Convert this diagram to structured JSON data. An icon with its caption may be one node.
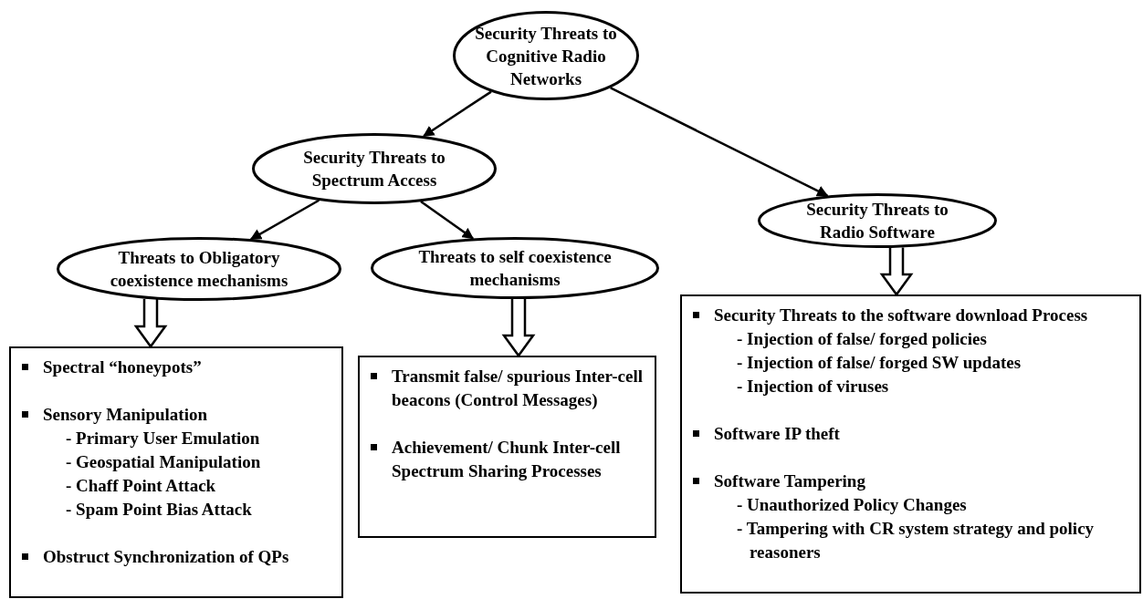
{
  "diagram": {
    "nodes": [
      {
        "text": [
          "Security Threats to Cognitive Radio Networks"
        ]
      },
      {
        "text": [
          "Security Threats to Spectrum Access"
        ]
      },
      {
        "text": [
          "Security Threats to Radio Software"
        ]
      },
      {
        "text": [
          "Threats to Obligatory coexistence mechanisms"
        ]
      },
      {
        "text": [
          "Threats to self coexistence mechanisms"
        ]
      },
      {
        "text": [
          "Spectral “honeypots”",
          "Sensory Manipulation",
          "- Primary User Emulation",
          "- Geospatial Manipulation",
          "- Chaff Point Attack",
          "- Spam Point Bias Attack",
          "Obstruct Synchronization of QPs"
        ]
      },
      {
        "text": [
          "Transmit false/ spurious Inter-cell beacons (Control Messages)",
          "Achievement/ Chunk Inter-cell Spectrum Sharing Processes"
        ]
      },
      {
        "text": [
          "Security Threats to the software download Process",
          "- Injection of false/ forged policies",
          "- Injection of false/ forged SW updates",
          "- Injection of viruses",
          "Software IP theft",
          "Software Tampering",
          "- Unauthorized Policy Changes",
          "- Tampering with CR system strategy and policy reasoners"
        ]
      }
    ],
    "edges": [
      {
        "from": 0,
        "to": 1,
        "arrow": "to"
      },
      {
        "from": 0,
        "to": 2,
        "arrow": "to"
      },
      {
        "from": 1,
        "to": 3,
        "arrow": "to"
      },
      {
        "from": 1,
        "to": 4,
        "arrow": "to"
      },
      {
        "from": 3,
        "to": 5,
        "arrow": "to",
        "style": "thick"
      },
      {
        "from": 4,
        "to": 6,
        "arrow": "to",
        "style": "thick"
      },
      {
        "from": 2,
        "to": 7,
        "arrow": "to",
        "style": "thick"
      }
    ]
  }
}
